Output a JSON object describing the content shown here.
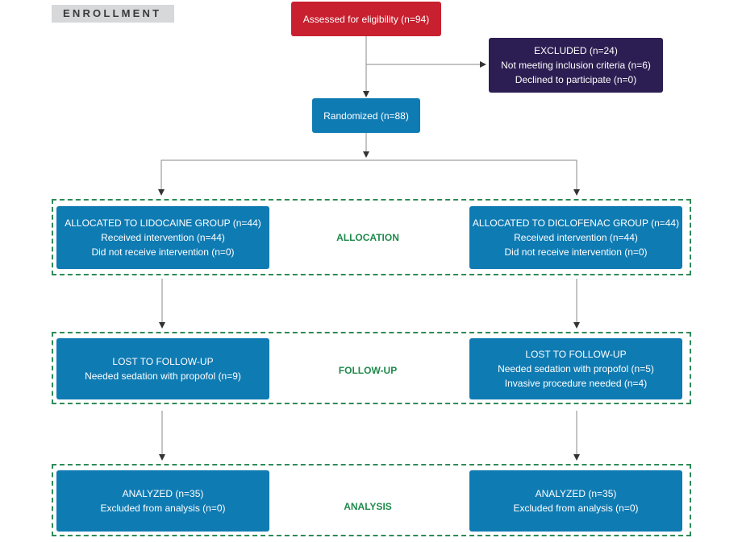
{
  "enrollment_label": "ENROLLMENT",
  "eligibility": {
    "text": "Assessed for eligibility (n=94)"
  },
  "excluded": {
    "title": "EXCLUDED (n=24)",
    "lines": [
      "Not meeting inclusion criteria (n=6)",
      "Declined to participate (n=0)"
    ]
  },
  "randomized": {
    "text": "Randomized (n=88)"
  },
  "stages": {
    "allocation": "ALLOCATION",
    "followup": "FOLLOW-UP",
    "analysis": "ANALYSIS"
  },
  "lidocaine": {
    "allocation": {
      "title": "ALLOCATED TO LIDOCAINE GROUP (n=44)",
      "lines": [
        "Received intervention (n=44)",
        "Did not receive intervention (n=0)"
      ]
    },
    "followup": {
      "title": "LOST TO FOLLOW-UP",
      "lines": [
        "Needed sedation with propofol (n=9)"
      ]
    },
    "analysis": {
      "title": "ANALYZED (n=35)",
      "lines": [
        "Excluded from analysis (n=0)"
      ]
    }
  },
  "diclofenac": {
    "allocation": {
      "title": "ALLOCATED TO DICLOFENAC GROUP (n=44)",
      "lines": [
        "Received intervention (n=44)",
        "Did not receive intervention (n=0)"
      ]
    },
    "followup": {
      "title": "LOST TO FOLLOW-UP",
      "lines": [
        "Needed sedation with propofol (n=5)",
        "Invasive procedure needed (n=4)"
      ]
    },
    "analysis": {
      "title": "ANALYZED (n=35)",
      "lines": [
        "Excluded from analysis (n=0)"
      ]
    }
  },
  "colors": {
    "eligibility": "#c8202f",
    "excluded": "#2c1e52",
    "boxes": "#0f7bb3",
    "stage_border": "#2e8b57",
    "stage_label": "#1f8a4c"
  }
}
